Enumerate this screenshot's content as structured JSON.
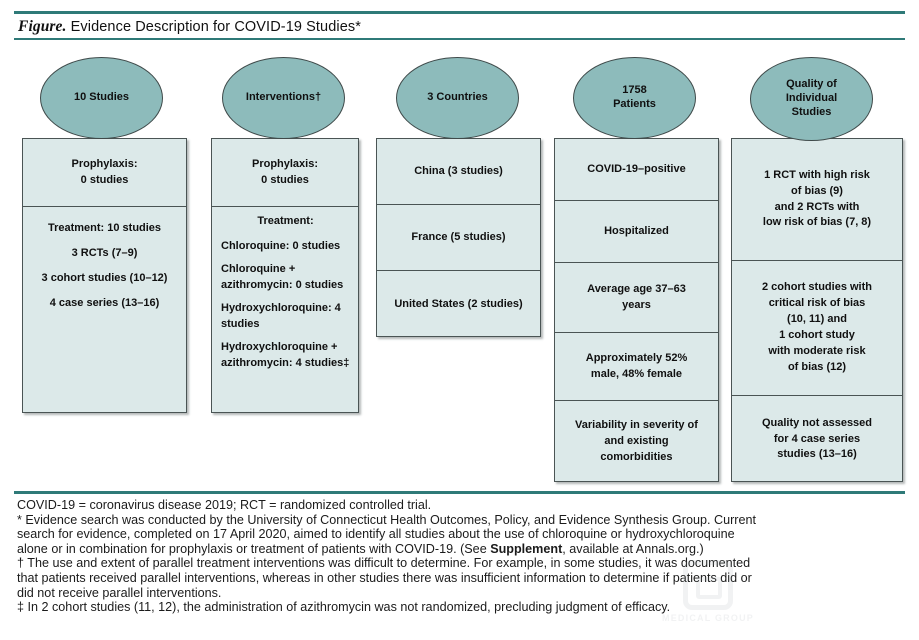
{
  "figure": {
    "label": "Figure.",
    "title": "Evidence Description for COVID-19 Studies*"
  },
  "columns": [
    {
      "id": "studies",
      "header": "10 Studies",
      "cells": [
        {
          "lines": [
            "Prophylaxis:",
            "0 studies"
          ]
        },
        {
          "lines": [
            "Treatment: 10 studies",
            "3 RCTs (7–9)",
            "3 cohort studies (10–12)",
            "4 case series (13–16)"
          ]
        }
      ]
    },
    {
      "id": "interventions",
      "header": "Interventions†",
      "cells": [
        {
          "lines": [
            "Prophylaxis:",
            "0 studies"
          ]
        },
        {
          "centered_heading": "Treatment:",
          "paragraphs": [
            "Chloroquine: 0 studies",
            "Chloroquine + azithromycin: 0 studies",
            "Hydroxychloroquine: 4 studies",
            "Hydroxychloroquine + azithromycin: 4 studies‡"
          ]
        }
      ]
    },
    {
      "id": "countries",
      "header": "3 Countries",
      "cells": [
        {
          "lines": [
            "China (3 studies)"
          ]
        },
        {
          "lines": [
            "France (5 studies)"
          ]
        },
        {
          "lines": [
            "United States (2 studies)"
          ]
        }
      ]
    },
    {
      "id": "patients",
      "header": "1758\nPatients",
      "header_lines": [
        "1758",
        "Patients"
      ],
      "cells": [
        {
          "lines": [
            "COVID-19–positive"
          ]
        },
        {
          "lines": [
            "Hospitalized"
          ]
        },
        {
          "lines": [
            "Average age 37–63",
            "years"
          ]
        },
        {
          "lines": [
            "Approximately 52%",
            "male, 48% female"
          ]
        },
        {
          "lines": [
            "Variability in severity of",
            "and existing",
            "comorbidities"
          ]
        }
      ]
    },
    {
      "id": "quality",
      "header_lines": [
        "Quality of",
        "Individual",
        "Studies"
      ],
      "cells": [
        {
          "lines": [
            "1 RCT with high risk",
            "of bias (9)",
            "and 2 RCTs with",
            "low risk of bias (7, 8)"
          ]
        },
        {
          "lines": [
            "2 cohort studies with",
            "critical risk of bias",
            "(10, 11) and",
            "1 cohort study",
            "with moderate risk",
            "of bias (12)"
          ]
        },
        {
          "lines": [
            "Quality not assessed",
            "for 4 case series",
            "studies (13–16)"
          ]
        }
      ]
    }
  ],
  "footnotes": {
    "abbreviations": "COVID-19 = coronavirus disease 2019; RCT = randomized controlled trial.",
    "star_a": "* Evidence search was conducted by the University of Connecticut Health Outcomes, Policy, and Evidence Synthesis Group. Current",
    "star_b": "search for evidence, completed on 17 April 2020, aimed to identify all studies about the use of chloroquine or hydroxychloroquine",
    "star_c_pre": "alone or in combination for prophylaxis or treatment of patients with COVID-19. (See ",
    "star_c_bold": "Supplement",
    "star_c_post": ", available at Annals.org.)",
    "dagger_a": "† The use and extent of parallel treatment interventions was difficult to determine. For example, in some studies, it was documented",
    "dagger_b": "that patients received parallel interventions, whereas in other studies there was insufficient information to determine if patients did or",
    "dagger_c": "did not receive parallel interventions.",
    "dbldagger": "‡ In 2 cohort studies (11, 12), the administration of azithromycin was not randomized, precluding judgment of efficacy."
  },
  "colors": {
    "rule_teal": "#2f7a78",
    "ellipse_fill": "#8dbbbb",
    "box_fill": "#dce9e9",
    "box_border": "#4a5454"
  }
}
